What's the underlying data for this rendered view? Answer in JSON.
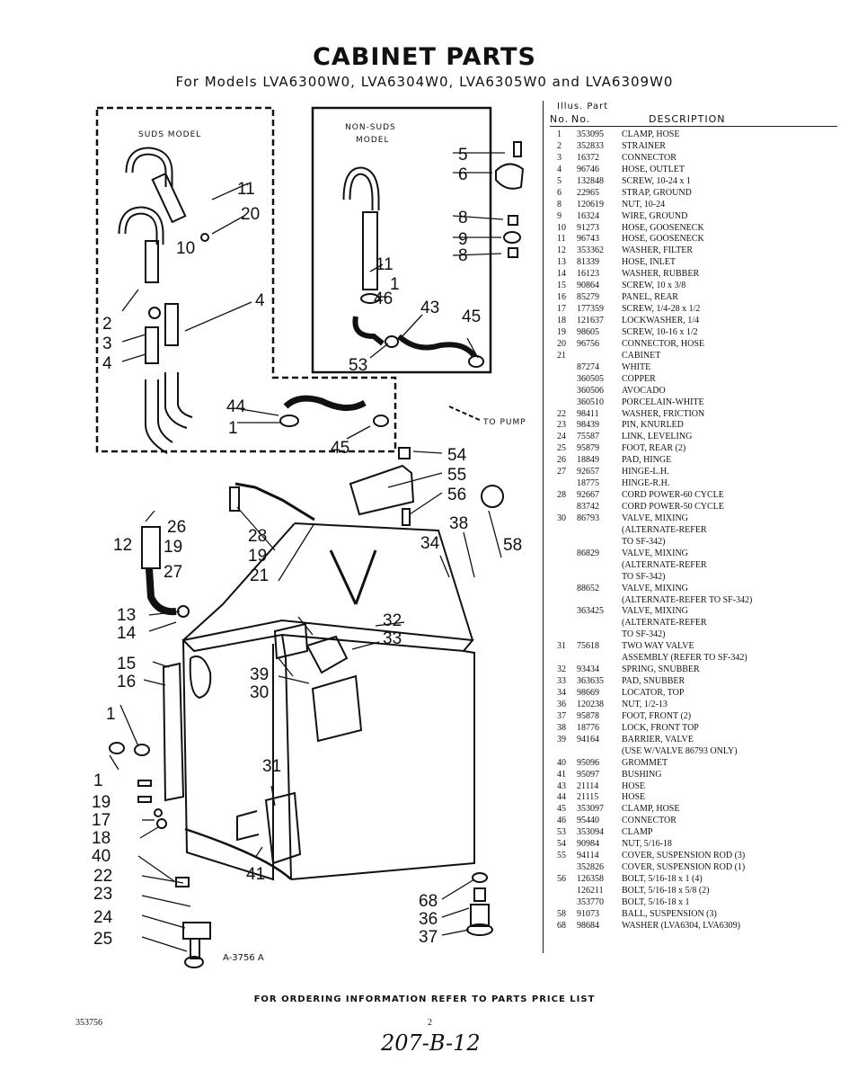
{
  "header": {
    "title": "CABINET PARTS",
    "subtitle": "For Models LVA6300W0, LVA6304W0, LVA6305W0 and LVA6309W0"
  },
  "parts_table": {
    "col_illus_top": "Illus. Part",
    "col_no": "No.",
    "col_part": "No.",
    "col_desc": "DESCRIPTION",
    "rows": [
      [
        "1",
        "353095",
        "CLAMP, HOSE"
      ],
      [
        "2",
        "352833",
        "STRAINER"
      ],
      [
        "3",
        "16372",
        "CONNECTOR"
      ],
      [
        "4",
        "96746",
        "HOSE, OUTLET"
      ],
      [
        "5",
        "132848",
        "SCREW, 10-24 x 1"
      ],
      [
        "6",
        "22965",
        "STRAP, GROUND"
      ],
      [
        "8",
        "120619",
        "NUT, 10-24"
      ],
      [
        "9",
        "16324",
        "WIRE, GROUND"
      ],
      [
        "10",
        "91273",
        "HOSE, GOOSENECK"
      ],
      [
        "11",
        "96743",
        "HOSE, GOOSENECK"
      ],
      [
        "12",
        "353362",
        "WASHER, FILTER"
      ],
      [
        "13",
        "81339",
        "HOSE, INLET"
      ],
      [
        "14",
        "16123",
        "WASHER, RUBBER"
      ],
      [
        "15",
        "90864",
        "SCREW, 10 x 3/8"
      ],
      [
        "16",
        "85279",
        "PANEL, REAR"
      ],
      [
        "17",
        "177359",
        "SCREW, 1/4-28 x 1/2"
      ],
      [
        "18",
        "121637",
        "LOCKWASHER, 1/4"
      ],
      [
        "19",
        "98605",
        "SCREW, 10-16 x 1/2"
      ],
      [
        "20",
        "96756",
        "CONNECTOR, HOSE"
      ],
      [
        "21",
        "",
        "CABINET"
      ],
      [
        "",
        "87274",
        "WHITE"
      ],
      [
        "",
        "360505",
        "COPPER"
      ],
      [
        "",
        "360506",
        "AVOCADO"
      ],
      [
        "",
        "360510",
        "PORCELAIN-WHITE"
      ],
      [
        "22",
        "98411",
        "WASHER, FRICTION"
      ],
      [
        "23",
        "98439",
        "PIN, KNURLED"
      ],
      [
        "24",
        "75587",
        "LINK, LEVELING"
      ],
      [
        "25",
        "95879",
        "FOOT, REAR (2)"
      ],
      [
        "26",
        "18849",
        "PAD, HINGE"
      ],
      [
        "27",
        "92657",
        "HINGE-L.H."
      ],
      [
        "",
        "18775",
        "HINGE-R.H."
      ],
      [
        "28",
        "92667",
        "CORD POWER-60 CYCLE"
      ],
      [
        "",
        "83742",
        "CORD POWER-50 CYCLE"
      ],
      [
        "30",
        "86793",
        "VALVE, MIXING"
      ],
      [
        "",
        "",
        "(ALTERNATE-REFER"
      ],
      [
        "",
        "",
        "TO SF-342)"
      ],
      [
        "",
        "86829",
        "VALVE, MIXING"
      ],
      [
        "",
        "",
        "(ALTERNATE-REFER"
      ],
      [
        "",
        "",
        "TO SF-342)"
      ],
      [
        "",
        "88652",
        "VALVE, MIXING"
      ],
      [
        "",
        "",
        "(ALTERNATE-REFER TO SF-342)"
      ],
      [
        "",
        "363425",
        "VALVE, MIXING"
      ],
      [
        "",
        "",
        "(ALTERNATE-REFER"
      ],
      [
        "",
        "",
        "TO SF-342)"
      ],
      [
        "31",
        "75618",
        "TWO WAY VALVE"
      ],
      [
        "",
        "",
        "ASSEMBLY (REFER TO SF-342)"
      ],
      [
        "32",
        "93434",
        "SPRING, SNUBBER"
      ],
      [
        "33",
        "363635",
        "PAD, SNUBBER"
      ],
      [
        "34",
        "98669",
        "LOCATOR, TOP"
      ],
      [
        "36",
        "120238",
        "NUT, 1/2-13"
      ],
      [
        "37",
        "95878",
        "FOOT, FRONT (2)"
      ],
      [
        "38",
        "18776",
        "LOCK, FRONT TOP"
      ],
      [
        "39",
        "94164",
        "BARRIER, VALVE"
      ],
      [
        "",
        "",
        "(USE W/VALVE 86793 ONLY)"
      ],
      [
        "40",
        "95096",
        "GROMMET"
      ],
      [
        "41",
        "95097",
        "BUSHING"
      ],
      [
        "43",
        "21114",
        "HOSE"
      ],
      [
        "44",
        "21115",
        "HOSE"
      ],
      [
        "45",
        "353097",
        "CLAMP, HOSE"
      ],
      [
        "46",
        "95440",
        "CONNECTOR"
      ],
      [
        "53",
        "353094",
        "CLAMP"
      ],
      [
        "54",
        "90984",
        "NUT, 5/16-18"
      ],
      [
        "55",
        "94114",
        "COVER, SUSPENSION ROD (3)"
      ],
      [
        "",
        "352826",
        "COVER, SUSPENSION ROD (1)"
      ],
      [
        "56",
        "126358",
        "BOLT, 5/16-18 x 1 (4)"
      ],
      [
        "",
        "126211",
        "BOLT, 5/16-18 x 5/8 (2)"
      ],
      [
        "",
        "353770",
        "BOLT, 5/16-18 x 1"
      ],
      [
        "58",
        "91073",
        "BALL, SUSPENSION (3)"
      ],
      [
        "68",
        "98684",
        "WASHER (LVA6304, LVA6309)"
      ]
    ]
  },
  "diagram": {
    "suds_model": "SUDS MODEL",
    "non_suds_line1": "NON-SUDS",
    "non_suds_line2": "MODEL",
    "to_pump": "TO PUMP",
    "figure_id": "A-3756 A"
  },
  "footer": {
    "ordering_note": "FOR ORDERING INFORMATION REFER TO PARTS PRICE LIST",
    "doc_number": "353756",
    "page_number": "2",
    "handwritten_note": "207-B-12"
  }
}
